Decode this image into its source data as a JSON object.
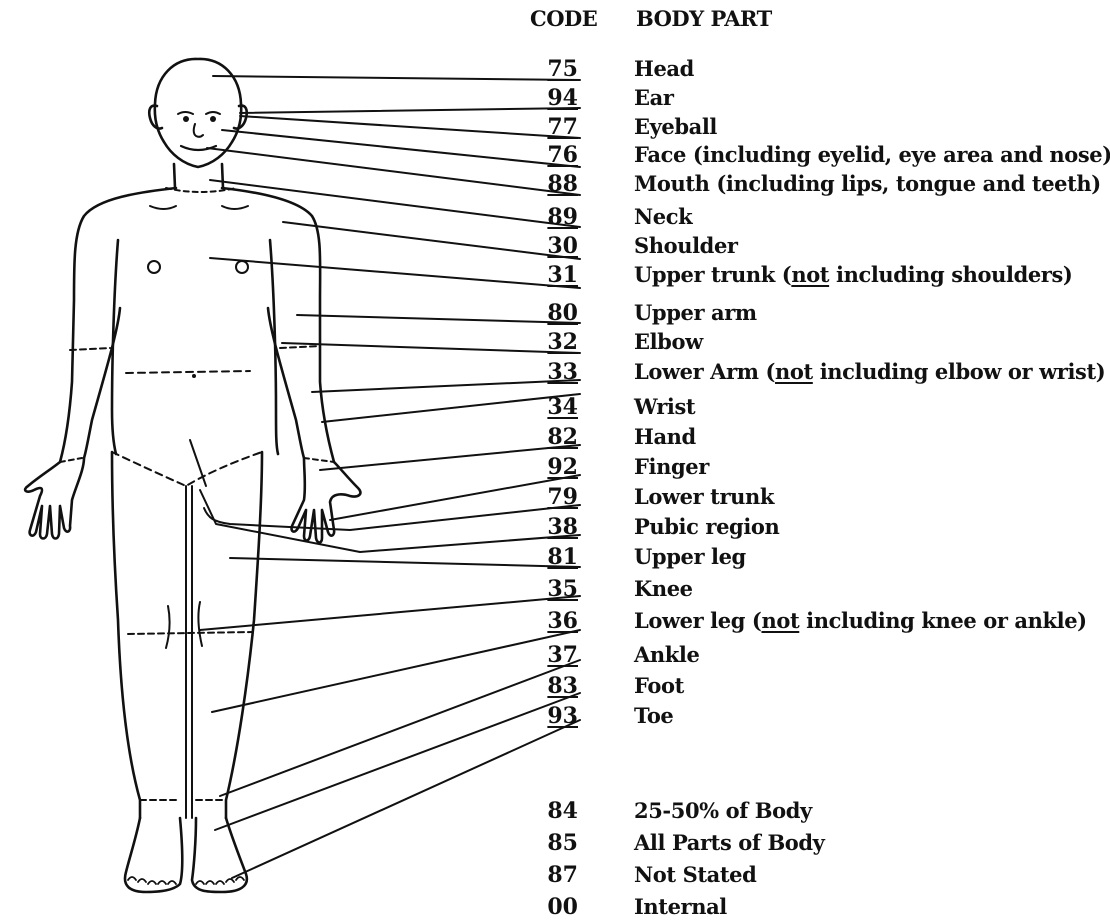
{
  "headers": {
    "code": "CODE",
    "body_part": "BODY PART"
  },
  "entries": [
    {
      "code": "75",
      "part": [
        "Head"
      ]
    },
    {
      "code": "94",
      "part": [
        "Ear"
      ]
    },
    {
      "code": "77",
      "part": [
        "Eyeball"
      ]
    },
    {
      "code": "76",
      "part": [
        "Face (including eyelid, eye area and nose)"
      ]
    },
    {
      "code": "88",
      "part": [
        "Mouth (including lips, tongue and teeth)"
      ]
    },
    {
      "code": "89",
      "part": [
        "Neck"
      ]
    },
    {
      "code": "30",
      "part": [
        "Shoulder"
      ]
    },
    {
      "code": "31",
      "part": [
        "Upper trunk (",
        "not",
        " including shoulders)"
      ]
    },
    {
      "code": "80",
      "part": [
        "Upper arm"
      ]
    },
    {
      "code": "32",
      "part": [
        "Elbow"
      ]
    },
    {
      "code": "33",
      "part": [
        "Lower Arm (",
        "not",
        " including elbow or wrist)"
      ]
    },
    {
      "code": "34",
      "part": [
        "Wrist"
      ]
    },
    {
      "code": "82",
      "part": [
        "Hand"
      ]
    },
    {
      "code": "92",
      "part": [
        "Finger"
      ]
    },
    {
      "code": "79",
      "part": [
        "Lower trunk"
      ]
    },
    {
      "code": "38",
      "part": [
        "Pubic region"
      ]
    },
    {
      "code": "81",
      "part": [
        "Upper leg"
      ]
    },
    {
      "code": "35",
      "part": [
        "Knee"
      ]
    },
    {
      "code": "36",
      "part": [
        "Lower leg (",
        "not",
        " including knee or ankle)"
      ]
    },
    {
      "code": "37",
      "part": [
        "Ankle"
      ]
    },
    {
      "code": "83",
      "part": [
        "Foot"
      ]
    },
    {
      "code": "93",
      "part": [
        "Toe"
      ]
    }
  ],
  "other_codes": [
    {
      "code": "84",
      "part": "25-50% of Body"
    },
    {
      "code": "85",
      "part": "All Parts of Body"
    },
    {
      "code": "87",
      "part": "Not Stated"
    },
    {
      "code": "00",
      "part": "Internal"
    }
  ]
}
